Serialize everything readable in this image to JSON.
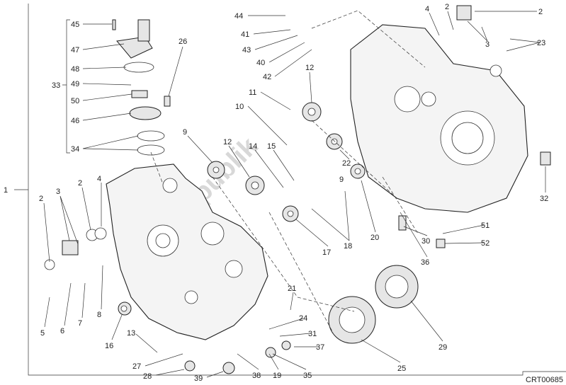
{
  "diagram": {
    "code": "CRT00685",
    "watermark": "PartsRepublik",
    "callouts": [
      "45",
      "47",
      "48",
      "49",
      "33",
      "50",
      "46",
      "34",
      "26",
      "44",
      "41",
      "43",
      "40",
      "42",
      "4",
      "2",
      "2",
      "23",
      "3",
      "12",
      "11",
      "10",
      "9",
      "12",
      "14",
      "15",
      "22",
      "9",
      "1",
      "2",
      "3",
      "2",
      "4",
      "32",
      "20",
      "18",
      "17",
      "51",
      "30",
      "52",
      "36",
      "5",
      "6",
      "7",
      "8",
      "16",
      "13",
      "21",
      "24",
      "31",
      "37",
      "35",
      "19",
      "38",
      "39",
      "28",
      "27",
      "25",
      "29"
    ]
  }
}
